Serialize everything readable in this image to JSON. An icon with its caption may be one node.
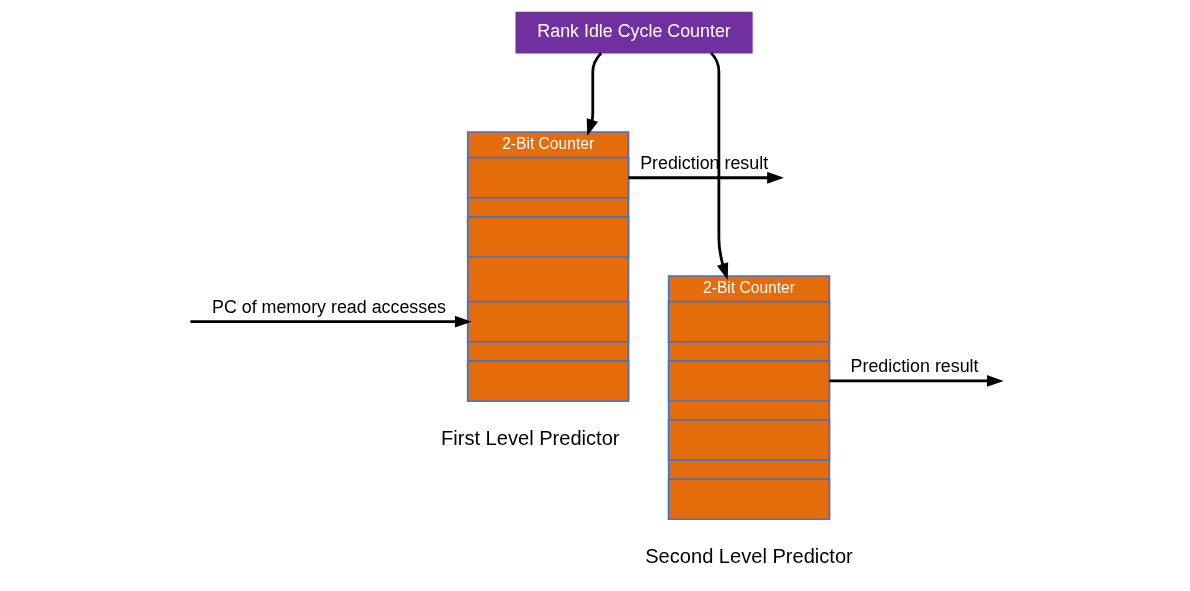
{
  "diagram": {
    "nodes": [
      {
        "text": [
          "Rank Idle Cycle Counter"
        ]
      },
      {
        "text": [
          "2-Bit Counter"
        ],
        "beside": [
          "First Level Predictor"
        ]
      },
      {
        "text": [],
        "shape": "box",
        "in": 1
      },
      {
        "text": [],
        "shape": "box",
        "in": 1
      },
      {
        "text": [],
        "shape": "box",
        "in": 1
      },
      {
        "text": [],
        "shape": "box",
        "in": 1
      },
      {
        "text": [
          "2-Bit Counter"
        ],
        "beside": [
          "Second Level Predictor"
        ]
      },
      {
        "text": [],
        "shape": "box",
        "in": 6
      },
      {
        "text": [],
        "shape": "box",
        "in": 6
      },
      {
        "text": [],
        "shape": "box",
        "in": 6
      },
      {
        "text": [],
        "shape": "box",
        "in": 6
      }
    ],
    "edges": [
      {
        "from": null,
        "to": 4,
        "arrow": "to",
        "label": "PC of memory read accesses"
      },
      {
        "from": 0,
        "to": 1,
        "arrow": "to"
      },
      {
        "from": 0,
        "to": 6,
        "arrow": "to"
      },
      {
        "from": 2,
        "to": null,
        "arrow": "to",
        "label": "Prediction result"
      },
      {
        "from": 8,
        "to": null,
        "arrow": "to",
        "label": "Prediction result"
      }
    ]
  }
}
